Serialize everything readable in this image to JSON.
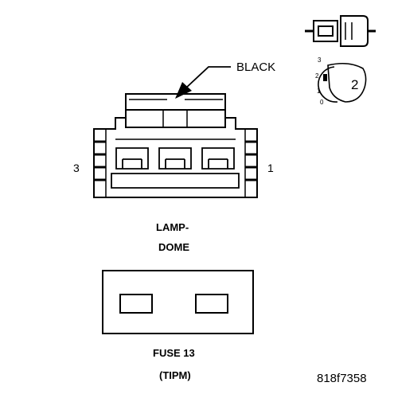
{
  "connector": {
    "wire_color_label": "BLACK",
    "pin_left": "3",
    "pin_right": "1",
    "name_line1": "LAMP-",
    "name_line2": "DOME"
  },
  "fuse": {
    "name_line1": "FUSE 13",
    "name_line2": "(TIPM)"
  },
  "key_icon": {
    "number": "2",
    "positions": [
      "3",
      "2",
      "1",
      "0"
    ]
  },
  "figure_id": "818f7358"
}
